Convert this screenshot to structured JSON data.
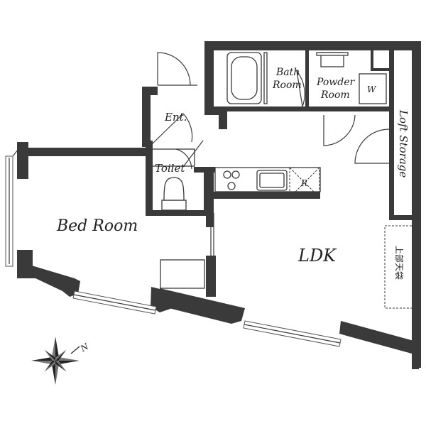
{
  "rooms": {
    "bath": [
      "Bath",
      "Room"
    ],
    "powder": [
      "Powder",
      "Room"
    ],
    "washer": "W",
    "entrance": "Ent.",
    "toilet": "Toilet",
    "bedroom": "Bed Room",
    "ldk": "LDK",
    "loft": "Loft Storage",
    "fridge": "R",
    "upper_storage": "上部天袋"
  },
  "compass": {
    "direction": "N"
  }
}
